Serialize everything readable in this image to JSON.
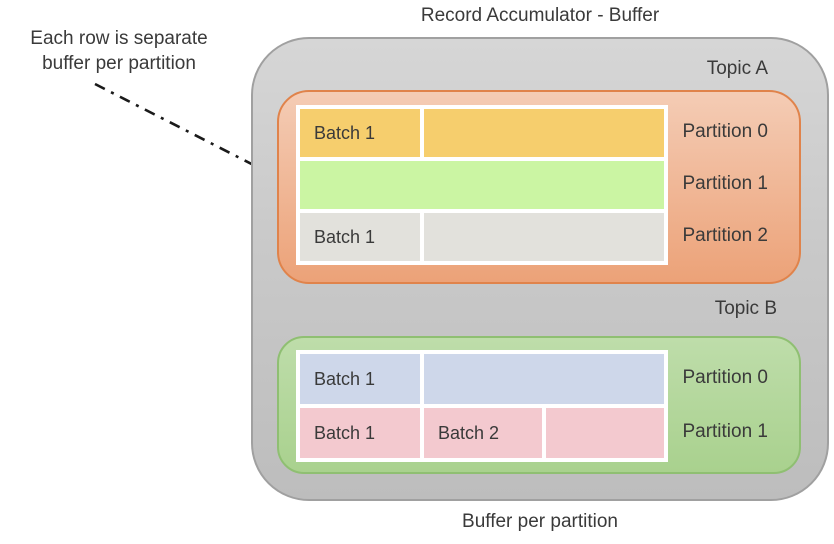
{
  "title": "Record Accumulator - Buffer",
  "footer_label": "Buffer per partition",
  "annotation": {
    "line1": "Each row is separate",
    "line2": "buffer per partition"
  },
  "colors": {
    "text": "#3a3a3a",
    "arrow": "#1a1a1a",
    "container_border": "#a0a0a0",
    "container_fill_top": "#d6d6d6",
    "container_fill_bottom": "#bdbdbd",
    "topic_a_border": "#e0834b",
    "topic_a_fill_top": "#f4ccb5",
    "topic_a_fill_bottom": "#eca278",
    "topic_b_border": "#8fbf72",
    "topic_b_fill_top": "#beddaa",
    "topic_b_fill_bottom": "#a9d18e",
    "row_yellow": "#f6ce6d",
    "row_green": "#cbf5a3",
    "row_gray": "#e2e1dc",
    "row_blue": "#ced7ea",
    "row_pink": "#f3c9cf"
  },
  "topic_a": {
    "label": "Topic A",
    "rows": [
      {
        "partition_label": "Partition 0",
        "color": "#f6ce6d",
        "batch1_label": "Batch 1"
      },
      {
        "partition_label": "Partition 1",
        "color": "#cbf5a3"
      },
      {
        "partition_label": "Partition 2",
        "color": "#e2e1dc",
        "batch1_label": "Batch 1"
      }
    ]
  },
  "topic_b": {
    "label": "Topic B",
    "rows": [
      {
        "partition_label": "Partition 0",
        "color": "#ced7ea",
        "batch1_label": "Batch 1"
      },
      {
        "partition_label": "Partition 1",
        "color": "#f3c9cf",
        "batch1_label": "Batch 1",
        "batch2_label": "Batch 2"
      }
    ]
  }
}
